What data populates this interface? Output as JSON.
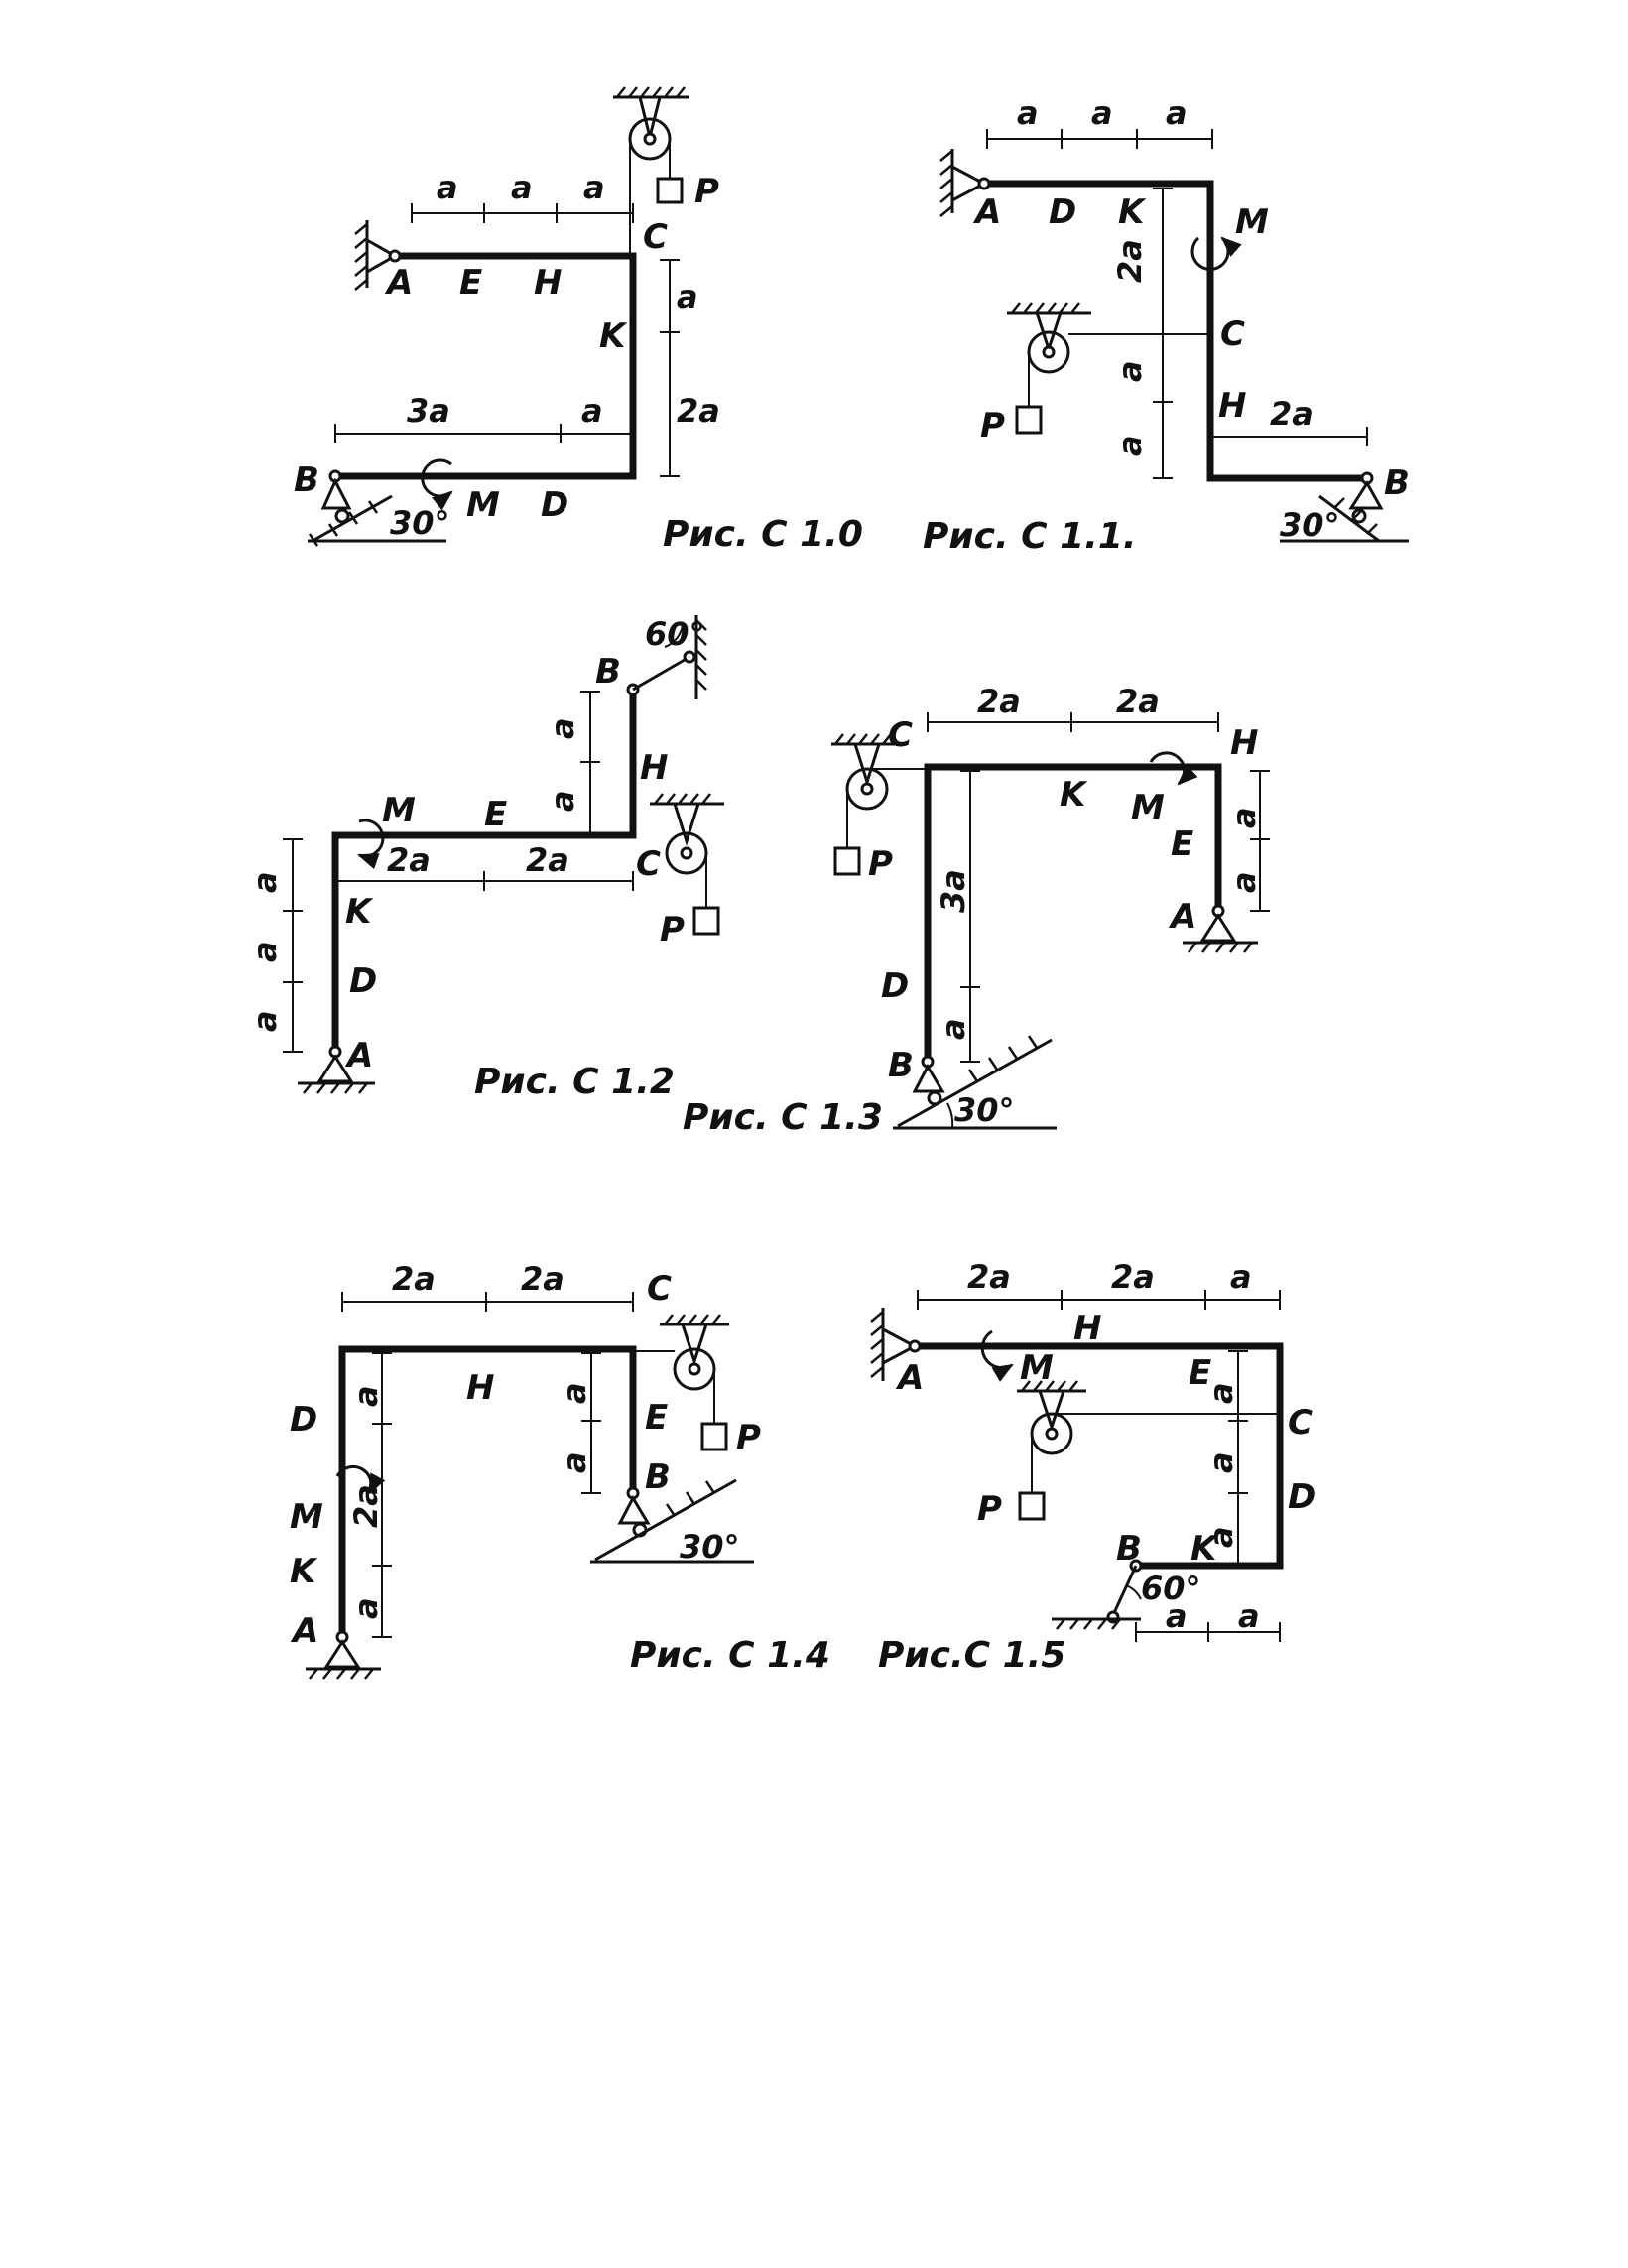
{
  "figures": [
    {
      "caption": "Рис. С 1.0",
      "points": {
        "A": "A",
        "E": "E",
        "H": "H",
        "C": "C",
        "K": "K",
        "B": "B",
        "D": "D",
        "M": "M",
        "P": "P"
      },
      "dims": {
        "top1": "a",
        "top2": "a",
        "top3": "a",
        "right1": "a",
        "right2": "2a",
        "bottom1": "3a",
        "bottom2": "a"
      },
      "angle": "30°"
    },
    {
      "caption": "Рис. С 1.1.",
      "points": {
        "A": "A",
        "D": "D",
        "K": "K",
        "M": "M",
        "C": "C",
        "H": "H",
        "B": "B",
        "P": "P"
      },
      "dims": {
        "top1": "a",
        "top2": "a",
        "top3": "a",
        "left1": "2a",
        "left2": "a",
        "left3": "a",
        "right": "2a"
      },
      "angle": "30°"
    },
    {
      "caption": "Рис. С 1.2",
      "points": {
        "B": "B",
        "H": "H",
        "M": "M",
        "E": "E",
        "C": "C",
        "K": "K",
        "D": "D",
        "A": "A",
        "P": "P"
      },
      "dims": {
        "up1": "a",
        "up2": "a",
        "h1": "2a",
        "h2": "2a",
        "left1": "a",
        "left2": "a",
        "left3": "a"
      },
      "angle": "60°"
    },
    {
      "caption": "Рис. С 1.3",
      "points": {
        "C": "C",
        "K": "K",
        "M": "M",
        "H": "H",
        "E": "E",
        "A": "A",
        "D": "D",
        "B": "B",
        "P": "P"
      },
      "dims": {
        "top1": "2a",
        "top2": "2a",
        "right1": "a",
        "right2": "a",
        "left1": "3a",
        "left2": "a"
      },
      "angle": "30°"
    },
    {
      "caption": "Рис. С 1.4",
      "points": {
        "C": "C",
        "H": "H",
        "D": "D",
        "M": "M",
        "K": "K",
        "A": "A",
        "E": "E",
        "B": "B",
        "P": "P"
      },
      "dims": {
        "top1": "2a",
        "top2": "2a",
        "left1": "a",
        "left2": "2a",
        "left3": "a",
        "right1": "a",
        "right2": "a"
      },
      "angle": "30°"
    },
    {
      "caption": "Рис.С 1.5",
      "points": {
        "A": "A",
        "H": "H",
        "M": "M",
        "E": "E",
        "C": "C",
        "D": "D",
        "B": "B",
        "K": "K",
        "P": "P"
      },
      "dims": {
        "top1": "2a",
        "top2": "2a",
        "top3": "a",
        "v1": "a",
        "v2": "a",
        "v3": "a",
        "bot1": "a",
        "bot2": "a"
      },
      "angle": "60°"
    }
  ]
}
